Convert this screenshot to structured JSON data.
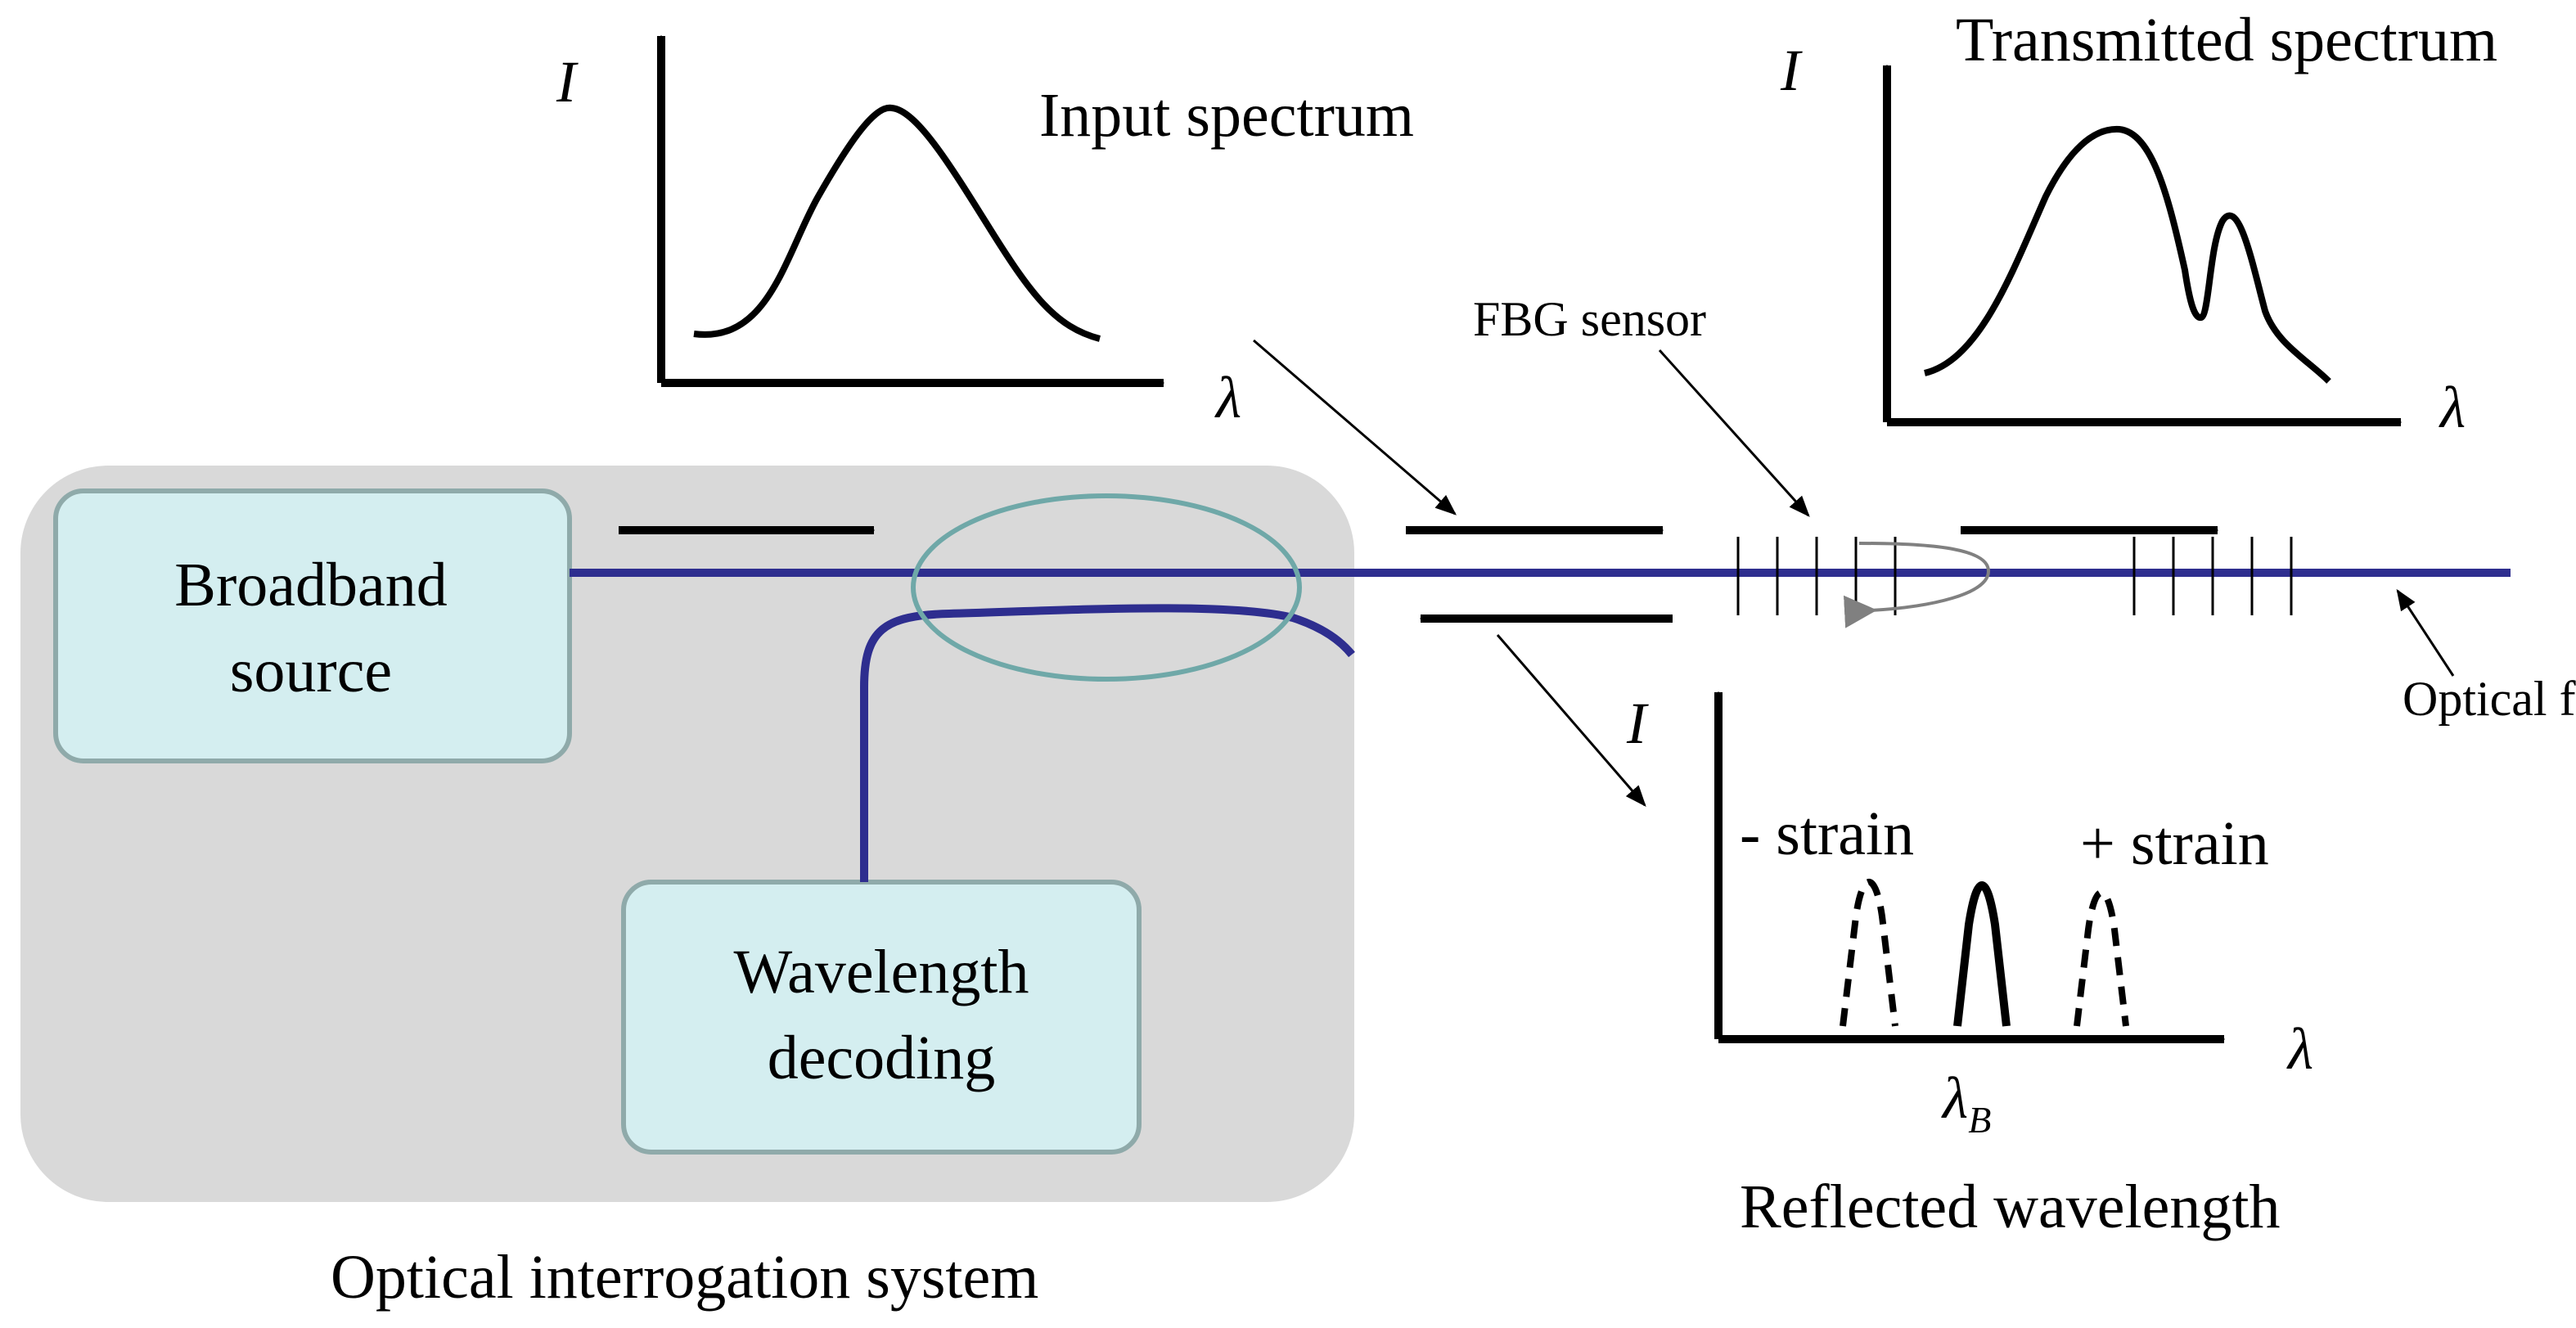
{
  "texts": {
    "input_spectrum": "Input spectrum",
    "transmitted_spectrum": "Transmitted spectrum",
    "fbg_sensor": "FBG sensor",
    "optical_fiber": "Optical fiber",
    "broadband_source_line1": "Broadband",
    "broadband_source_line2": "source",
    "wavelength_decoding_line1": "Wavelength",
    "wavelength_decoding_line2": "decoding",
    "minus_strain": "- strain",
    "plus_strain": "+ strain",
    "reflected_wavelength": "Reflected wavelength",
    "optical_interrogation_system": "Optical interrogation system",
    "intensity_symbol": "I",
    "wavelength_symbol": "λ",
    "bragg_symbol": "λ",
    "bragg_subscript": "B"
  },
  "colors": {
    "fiber": "#2e2e8f",
    "panel": "#d9d9d9",
    "box_fill": "#d4eef0",
    "box_stroke": "#8faaaa",
    "coupler": "#6fa8a8",
    "reflection_arrow": "#808080"
  }
}
